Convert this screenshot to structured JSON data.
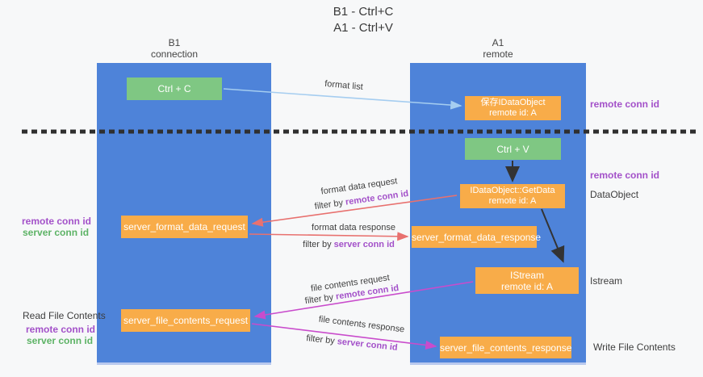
{
  "title": {
    "line1": "B1 - Ctrl+C",
    "line2": "A1 - Ctrl+V"
  },
  "lanes": {
    "left": {
      "title": "B1",
      "subtitle": "connection"
    },
    "right": {
      "title": "A1",
      "subtitle": "remote"
    }
  },
  "boxes": {
    "ctrl_c": {
      "label": "Ctrl + C"
    },
    "ctrl_v": {
      "label": "Ctrl + V"
    },
    "save_dataobject": {
      "line1": "保存IDataObject",
      "line2": "remote id: A"
    },
    "getdata": {
      "line1": "IDataObject::GetData",
      "line2": "remote id: A"
    },
    "istream": {
      "line1": "IStream",
      "line2": "remote id: A"
    },
    "server_format_data_request": {
      "label": "server_format_data_request"
    },
    "server_format_data_response": {
      "label": "server_format_data_response"
    },
    "server_file_contents_request": {
      "label": "server_file_contents_request"
    },
    "server_file_contents_response": {
      "label": "server_file_contents_response"
    }
  },
  "arrow_labels": {
    "format_list": "format list",
    "format_data_request": {
      "text": "format data request",
      "filter_prefix": "filter by ",
      "filter_key": "remote conn id"
    },
    "format_data_response": {
      "text": "format data response",
      "filter_prefix": "filter by ",
      "filter_key": "server conn id"
    },
    "file_contents_request": {
      "text": "file contents request",
      "filter_prefix": "filter by ",
      "filter_key": "remote conn id"
    },
    "file_contents_response": {
      "text": "file contents response",
      "filter_prefix": "filter by ",
      "filter_key": "server conn id"
    }
  },
  "annotations": {
    "right_top_remote_conn_id": "remote conn id",
    "right_mid_remote_conn_id": "remote conn id",
    "right_dataobject": "DataObject",
    "right_istream": "Istream",
    "right_write_file_contents": "Write File Contents",
    "left_remote_conn_id_1": "remote conn id",
    "left_server_conn_id_1": "server conn id",
    "left_read_file_contents": "Read File Contents",
    "left_remote_conn_id_2": "remote conn id",
    "left_server_conn_id_2": "server conn id"
  },
  "colors": {
    "lane_blue": "#4e83d9",
    "box_green": "#7fc783",
    "box_orange": "#f8ac49",
    "arrow_light_blue": "#a5cdf0",
    "arrow_red": "#e8716f",
    "arrow_magenta": "#c94ccc",
    "arrow_black": "#333333",
    "text_purple": "#a351c9",
    "text_green": "#5db366",
    "separator_black": "#2f2f2f"
  }
}
